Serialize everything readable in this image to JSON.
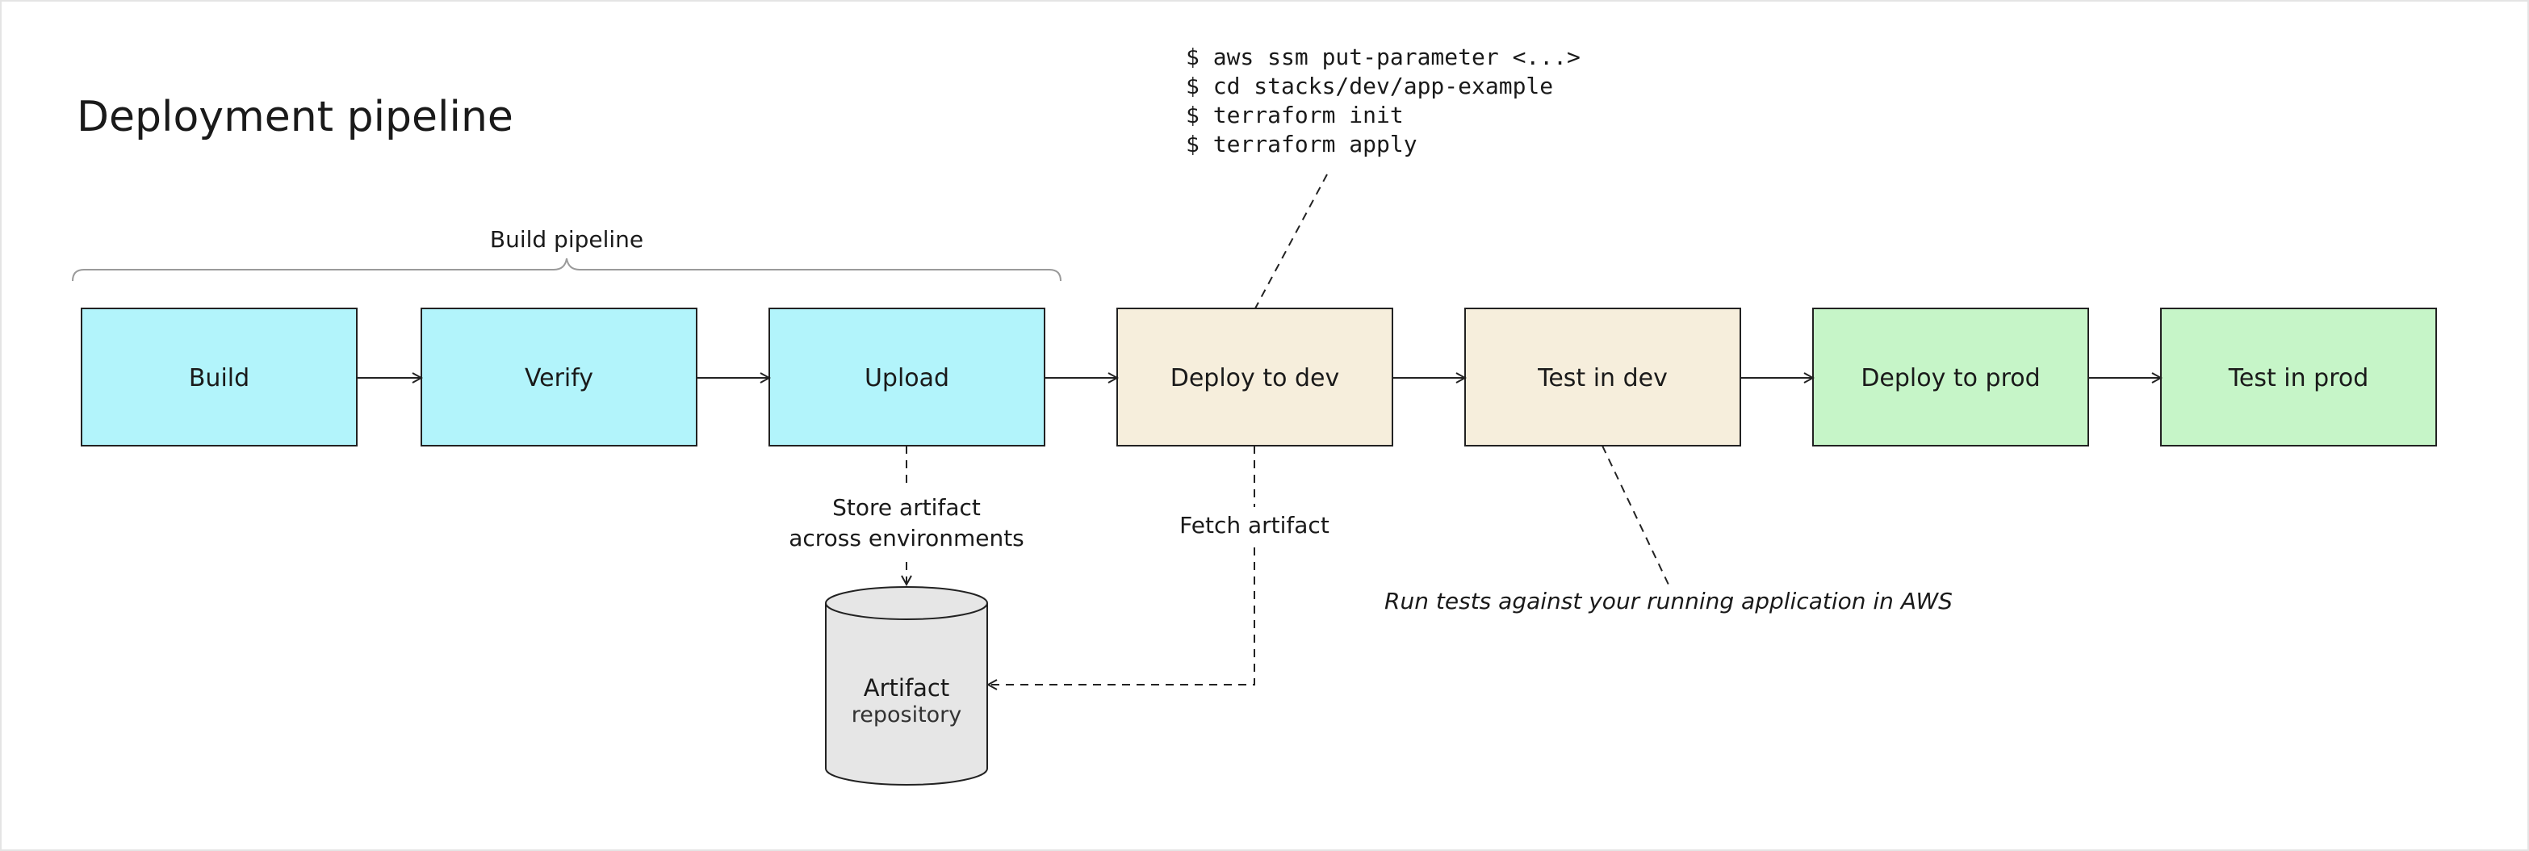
{
  "diagram": {
    "title": "Deployment pipeline",
    "group_label": "Build pipeline",
    "stages": [
      {
        "label": "Build",
        "fill": "#b2f4fb"
      },
      {
        "label": "Verify",
        "fill": "#b2f4fb"
      },
      {
        "label": "Upload",
        "fill": "#b2f4fb"
      },
      {
        "label": "Deploy to dev",
        "fill": "#f6eedc"
      },
      {
        "label": "Test in dev",
        "fill": "#f6eedc"
      },
      {
        "label": "Deploy to prod",
        "fill": "#c6f5c8"
      },
      {
        "label": "Test in prod",
        "fill": "#c6f5c8"
      }
    ],
    "commands": [
      "$ aws ssm put-parameter <...>",
      "$ cd stacks/dev/app-example",
      "$ terraform init",
      "$ terraform apply"
    ],
    "store_label": [
      "Store artifact",
      "across environments"
    ],
    "fetch_label": "Fetch artifact",
    "tests_note": "Run tests against your running application in AWS",
    "repository": {
      "line1": "Artifact",
      "line2": "repository",
      "fill": "#e6e6e6"
    }
  }
}
